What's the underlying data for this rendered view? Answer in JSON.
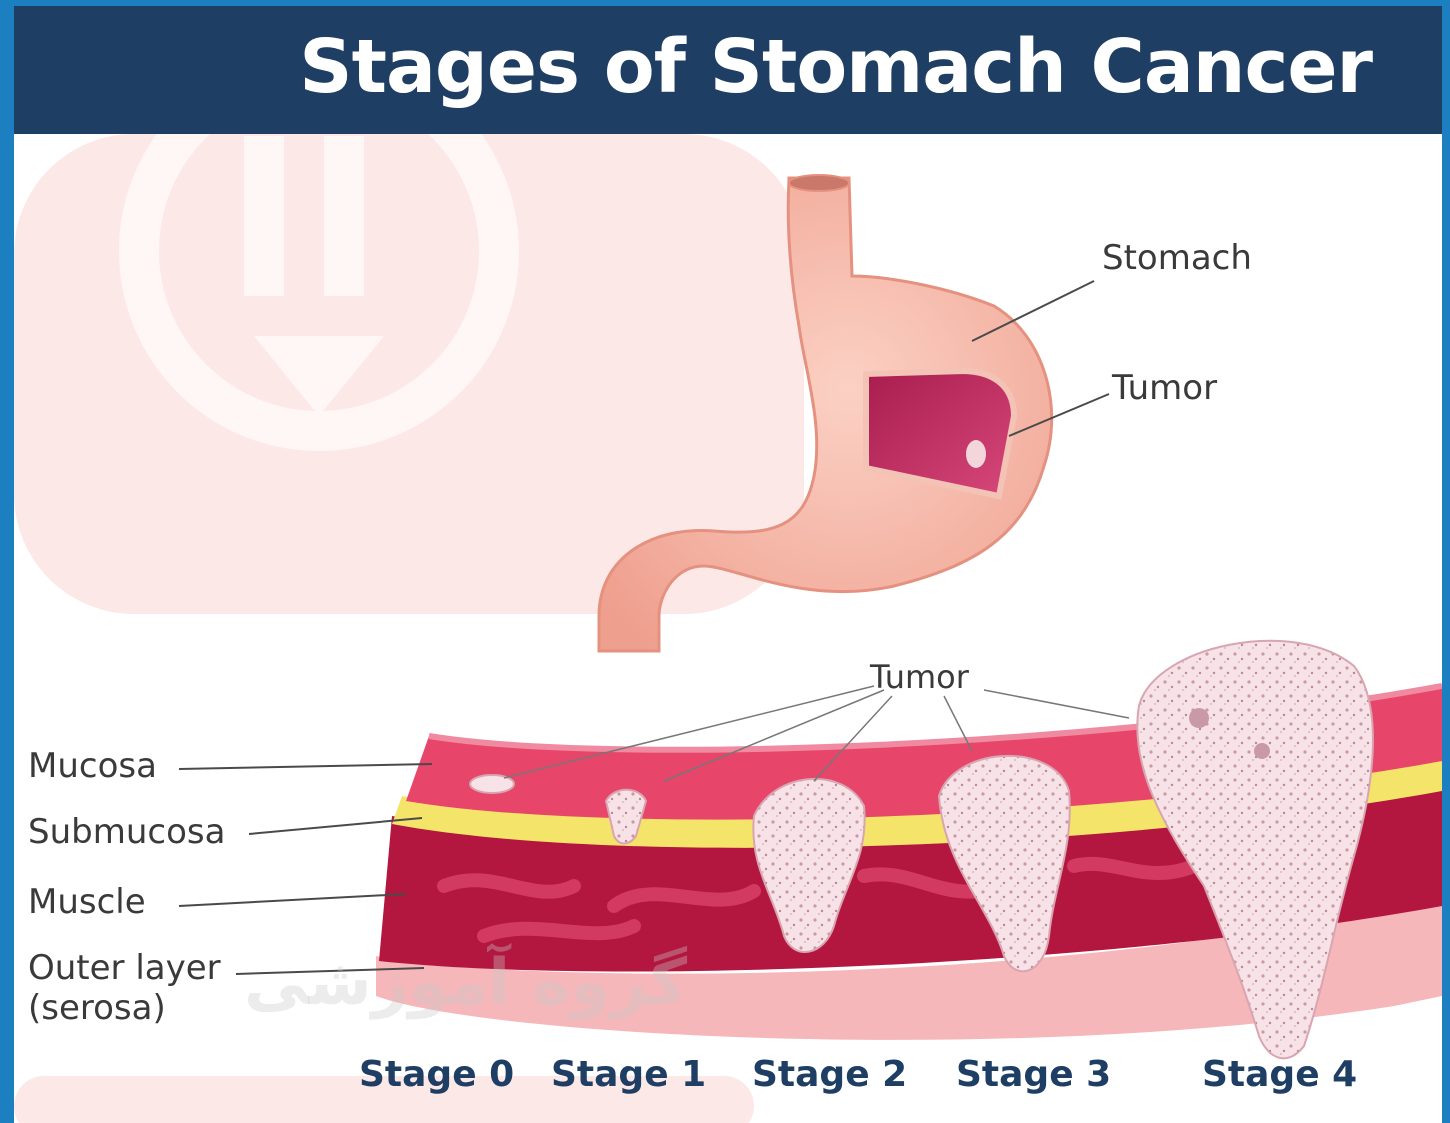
{
  "title": "Stages of Stomach Cancer",
  "stomach_labels": {
    "stomach": "Stomach",
    "tumor": "Tumor"
  },
  "wall_labels": {
    "tumor": "Tumor",
    "mucosa": "Mucosa",
    "submucosa": "Submucosa",
    "muscle": "Muscle",
    "outer_layer": "Outer layer",
    "serosa": "(serosa)"
  },
  "stages": [
    "Stage 0",
    "Stage 1",
    "Stage 2",
    "Stage 3",
    "Stage 4"
  ],
  "watermark_text": "گروه آموزشی",
  "colors": {
    "banner": "#1e3e64",
    "stage_text": "#1e3e64",
    "stomach": "#f6b6a6",
    "tumor_inner": "#c22a5e",
    "mucosa": "#e8456a",
    "submucosa": "#f4e46a",
    "muscle": "#b3163f",
    "tumor_mass": "#f5dde2",
    "watermark": "#fbe0e0"
  }
}
